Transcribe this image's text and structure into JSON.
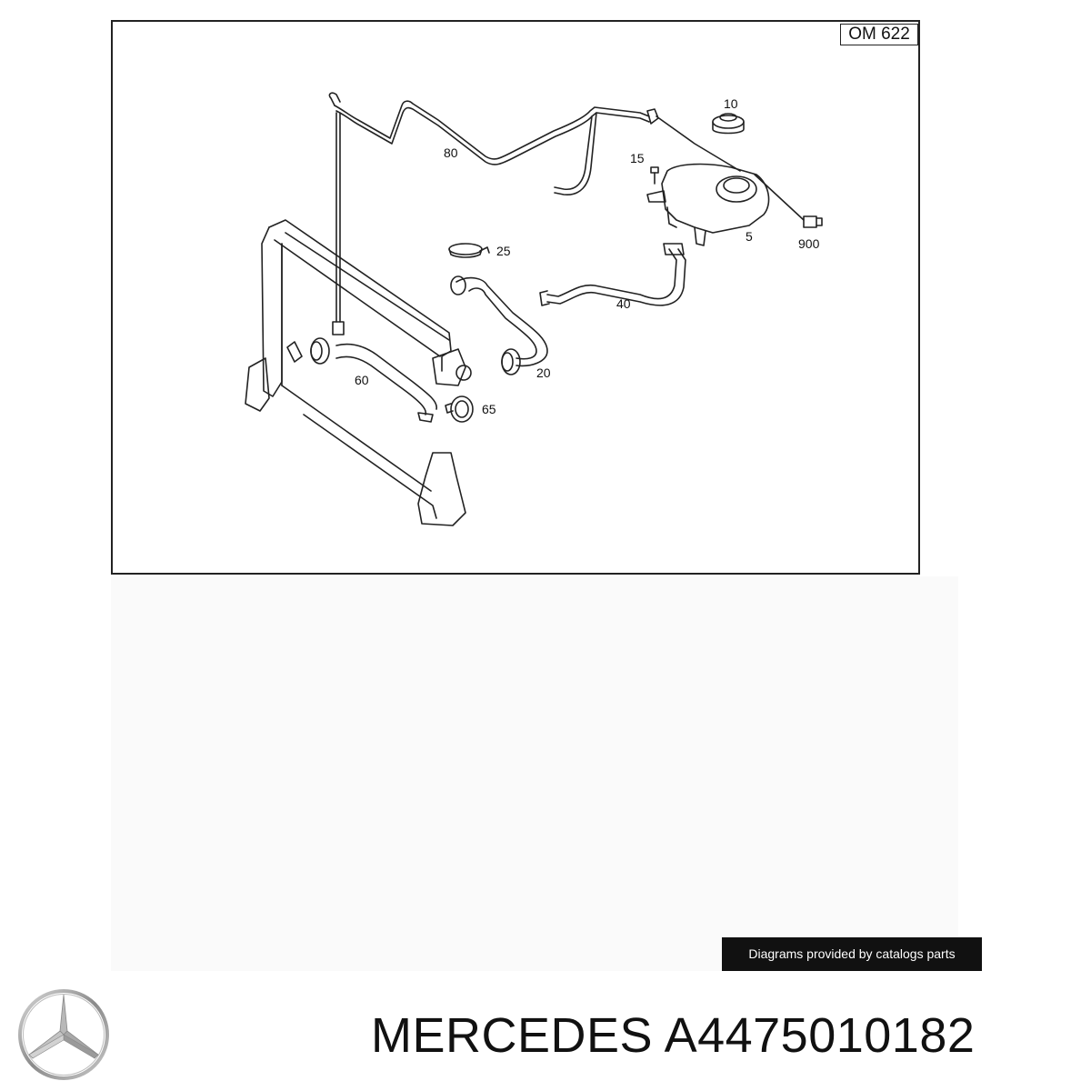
{
  "diagram": {
    "model_code": "OM 622",
    "callouts": [
      {
        "id": "c10",
        "label": "10"
      },
      {
        "id": "c80",
        "label": "80"
      },
      {
        "id": "c15",
        "label": "15"
      },
      {
        "id": "c5",
        "label": "5"
      },
      {
        "id": "c900",
        "label": "900"
      },
      {
        "id": "c25",
        "label": "25"
      },
      {
        "id": "c40",
        "label": "40"
      },
      {
        "id": "c60",
        "label": "60"
      },
      {
        "id": "c20",
        "label": "20"
      },
      {
        "id": "c65",
        "label": "65"
      }
    ]
  },
  "credit": "Diagrams provided by catalogs parts",
  "brand": "MERCEDES",
  "part_number": "A4475010182",
  "title": "MERCEDES A4475010182",
  "logo_icon": "mercedes-star-icon"
}
